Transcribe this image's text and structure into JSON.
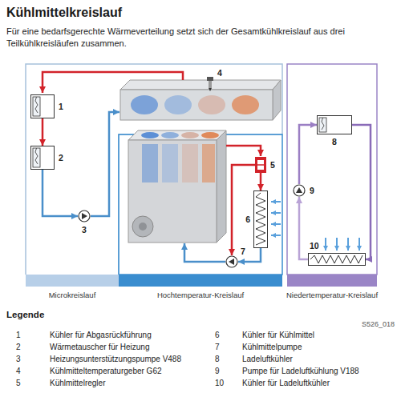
{
  "diagram": {
    "title": "Kühlmittelkreislauf",
    "caption": "Für eine bedarfsgerechte Wärmeverteilung setzt sich der Gesamtkühlkreislauf aus drei Teilkühlkreisläufen zusammen.",
    "nodes": [
      {
        "text": [
          "Microkreislauf"
        ]
      },
      {
        "text": [
          "1"
        ],
        "in": 0
      },
      {
        "text": [
          "2"
        ],
        "in": 0
      },
      {
        "text": [
          "3"
        ],
        "in": 0
      },
      {
        "text": [
          "4"
        ],
        "in": 0
      },
      {
        "text": [
          "Hochtemperatur-Kreislauf"
        ]
      },
      {
        "text": [
          "5"
        ],
        "in": 5
      },
      {
        "text": [
          "6"
        ],
        "in": 5
      },
      {
        "text": [
          "7"
        ],
        "in": 5
      },
      {
        "text": [
          "Niedertemperatur-Kreislauf"
        ]
      },
      {
        "text": [
          "8"
        ],
        "in": 9
      },
      {
        "text": [
          "9"
        ],
        "in": 9
      },
      {
        "text": [
          "10"
        ],
        "in": 9
      }
    ],
    "edges": [
      {
        "from": 1,
        "to": 2,
        "arrow": "to"
      },
      {
        "from": 2,
        "to": 3,
        "arrow": "to"
      },
      {
        "from": 6,
        "to": 7,
        "arrow": "to"
      },
      {
        "from": 6,
        "to": 8,
        "arrow": "to"
      },
      {
        "from": 7,
        "to": 8,
        "arrow": "to"
      },
      {
        "from": 12,
        "to": 11,
        "arrow": "to"
      },
      {
        "from": 11,
        "to": 10,
        "arrow": "to"
      },
      {
        "from": 10,
        "to": 12,
        "arrow": "to"
      }
    ],
    "labels": [
      "Legende",
      "S526_018",
      "1",
      "2",
      "3",
      "4",
      "5",
      "6",
      "7",
      "8",
      "9",
      "10"
    ],
    "legend": [
      {
        "text": "Kühler für Abgasrückführung"
      },
      {
        "text": "Wärmetauscher für Heizung"
      },
      {
        "text": "Heizungsunterstützungspumpe V488"
      },
      {
        "text": "Kühlmitteltemperaturgeber G62"
      },
      {
        "text": "Kühlmittelregler"
      },
      {
        "text": "Kühler für Kühlmittel"
      },
      {
        "text": "Kühlmittelpumpe"
      },
      {
        "text": "Ladeluftkühler"
      },
      {
        "text": "Pumpe für Ladeluftkühlung V188"
      },
      {
        "text": "Kühler für Ladeluftkühler"
      }
    ]
  }
}
